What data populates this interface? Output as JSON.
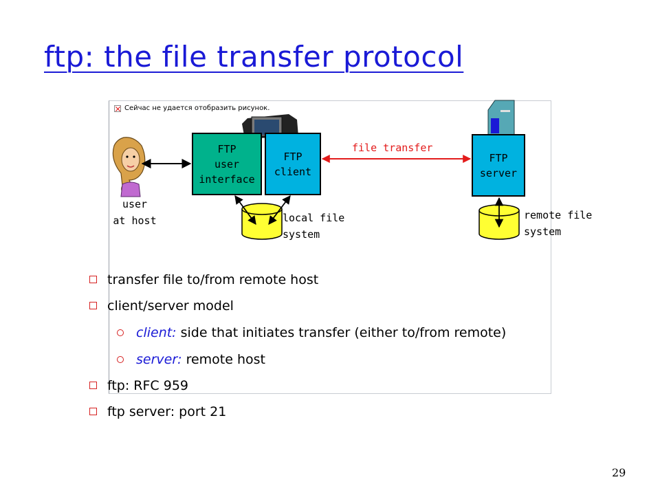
{
  "slide": {
    "title": "ftp: the file transfer protocol",
    "page_number": "29"
  },
  "diagram": {
    "broken_image_text": "Сейчас не удается отобразить рисунок.",
    "user_label": "user\nat host",
    "ftp_user_interface": "FTP\nuser\ninterface",
    "ftp_client": "FTP\nclient",
    "ftp_server": "FTP\nserver",
    "file_transfer": "file transfer",
    "local_fs": "local file\nsystem",
    "remote_fs": "remote file\nsystem",
    "colors": {
      "ui_box": "#00b28c",
      "client_box": "#00b2e0",
      "server_box": "#00b2e0",
      "transfer_arrow": "#e31b1b",
      "disk": "#ffff33"
    }
  },
  "bullets": [
    {
      "text": "transfer file to/from remote host"
    },
    {
      "text": "client/server model"
    },
    {
      "label": "client:",
      "text": " side that initiates transfer (either to/from remote)"
    },
    {
      "label": "server:",
      "text": " remote host"
    },
    {
      "text": "ftp: RFC 959"
    },
    {
      "text": "ftp server: port 21"
    }
  ]
}
